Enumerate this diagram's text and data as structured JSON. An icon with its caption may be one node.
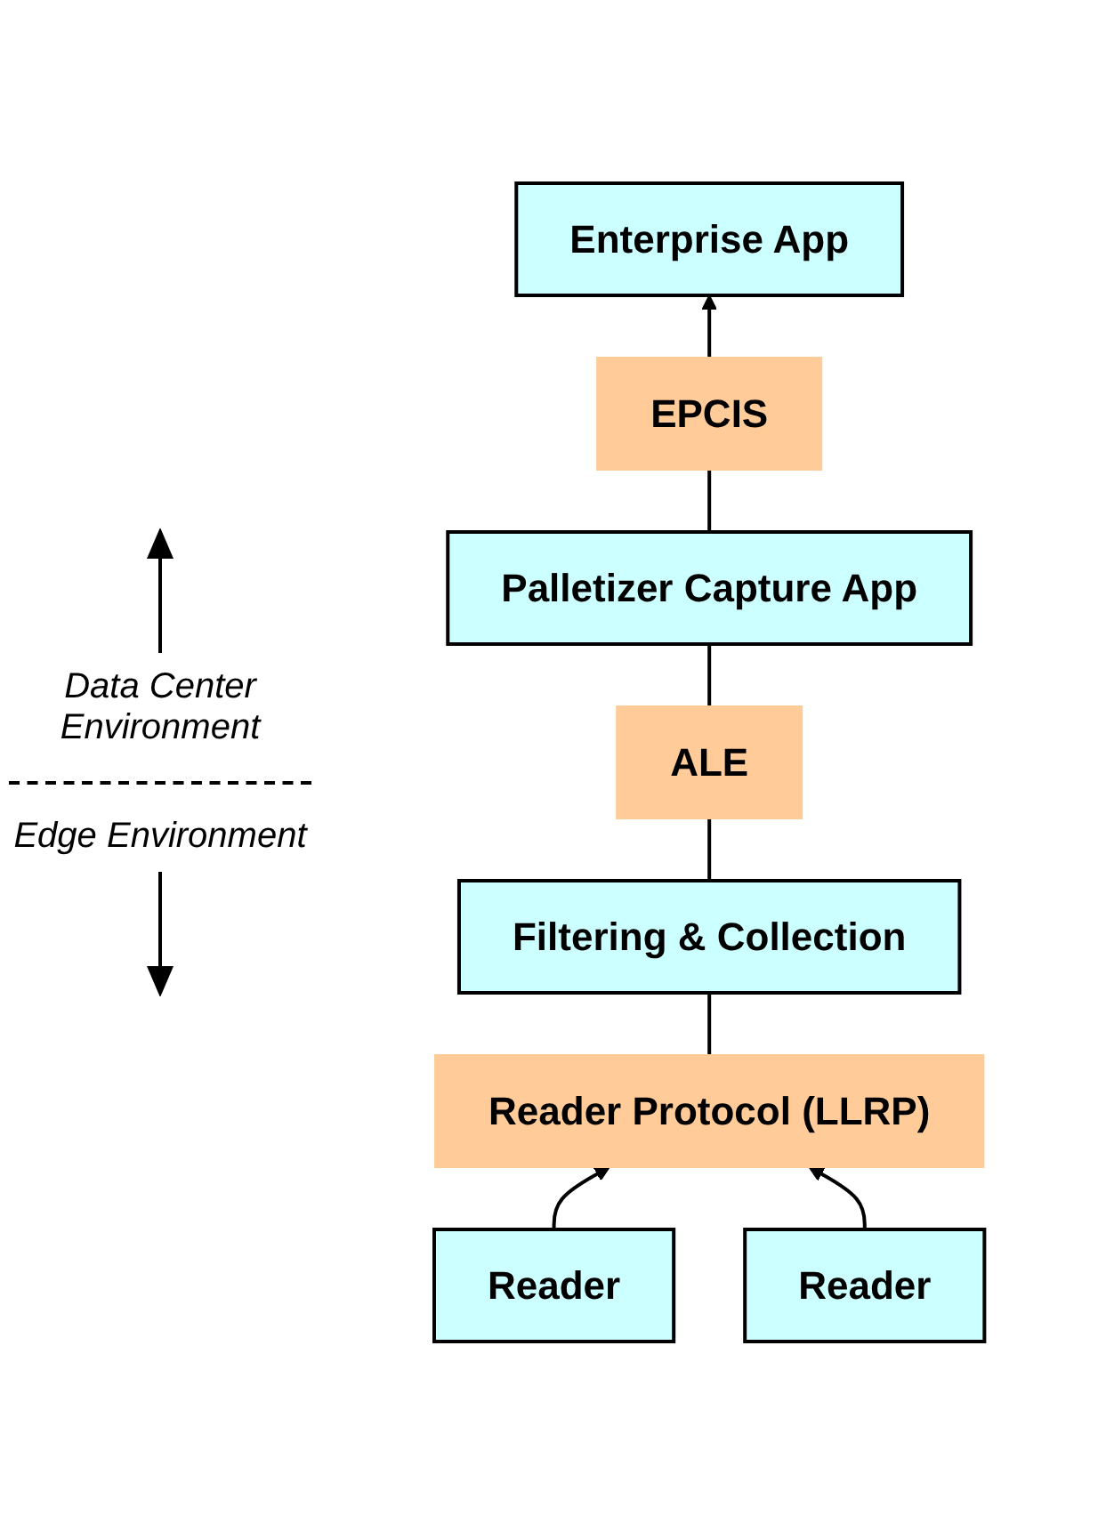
{
  "diagram": {
    "nodes": [
      {
        "text": [
          "Enterprise App"
        ]
      },
      {
        "text": [
          "EPCIS"
        ]
      },
      {
        "text": [
          "Palletizer Capture App"
        ]
      },
      {
        "text": [
          "ALE"
        ]
      },
      {
        "text": [
          "Filtering & Collection"
        ]
      },
      {
        "text": [
          "Reader Protocol (LLRP)"
        ]
      },
      {
        "text": [
          "Reader"
        ]
      },
      {
        "text": [
          "Reader"
        ]
      }
    ],
    "edges": [
      {
        "from": 1,
        "to": 0,
        "arrow": "to"
      },
      {
        "from": 2,
        "to": 1,
        "arrow": "none"
      },
      {
        "from": 3,
        "to": 2,
        "arrow": "none"
      },
      {
        "from": 4,
        "to": 3,
        "arrow": "none"
      },
      {
        "from": 5,
        "to": 4,
        "arrow": "none"
      },
      {
        "from": 6,
        "to": 5,
        "arrow": "to"
      },
      {
        "from": 7,
        "to": 5,
        "arrow": "to"
      }
    ],
    "labels": [
      "Data Center Environment",
      "Edge Environment"
    ]
  }
}
